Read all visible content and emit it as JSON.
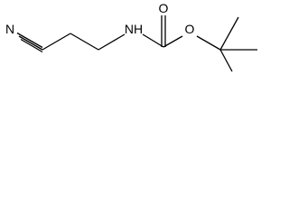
{
  "molecule": {
    "atoms": {
      "nitrile_n": "N",
      "amide_nh": "NH",
      "carbonyl_o": "O",
      "ester_o": "O"
    },
    "colors": {
      "bond": "#000000",
      "label": "#000000",
      "background": "#ffffff"
    }
  }
}
